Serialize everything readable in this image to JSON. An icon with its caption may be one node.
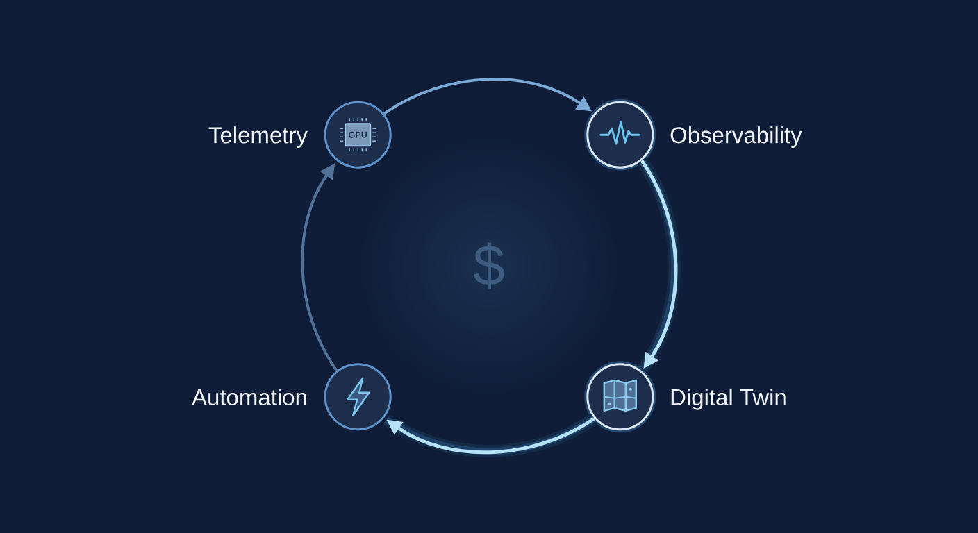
{
  "diagram": {
    "nodes": [
      {
        "text": [
          "Telemetry",
          "GPU"
        ]
      },
      {
        "text": [
          "Observability"
        ]
      },
      {
        "text": [
          "Automation"
        ]
      },
      {
        "text": [
          "Digital Twin"
        ]
      }
    ],
    "edges": [
      {
        "from": 0,
        "to": 1,
        "arrow": "to",
        "color": "#7ba9d6"
      },
      {
        "from": 1,
        "to": 3,
        "arrow": "to",
        "style": "thick"
      },
      {
        "from": 3,
        "to": 2,
        "arrow": "to",
        "style": "thick"
      },
      {
        "from": 2,
        "to": 0,
        "arrow": "to",
        "color": "#52729a"
      }
    ],
    "labels": [
      "$"
    ]
  }
}
